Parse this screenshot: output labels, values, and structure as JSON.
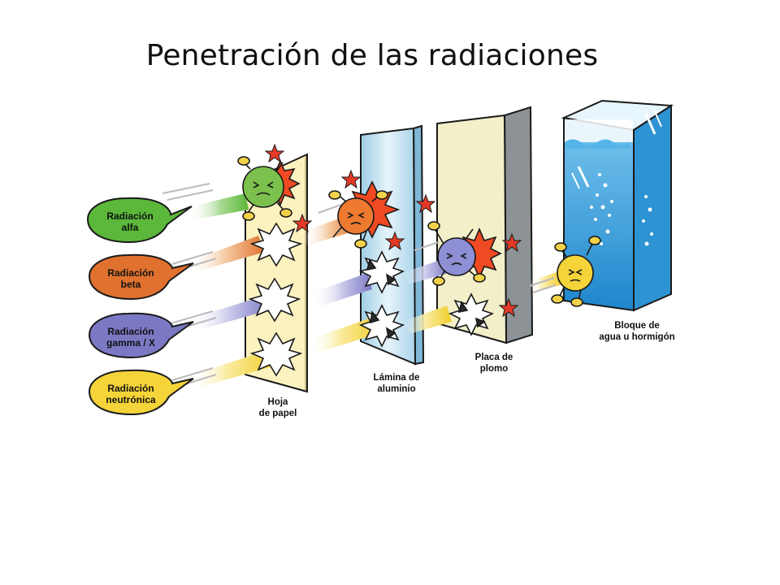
{
  "title": "Penetración de las radiaciones",
  "radiations": [
    {
      "line1": "Radiación",
      "line2": "alfa",
      "color": "#5BB83A"
    },
    {
      "line1": "Radiación",
      "line2": "beta",
      "color": "#E0712E"
    },
    {
      "line1": "Radiación",
      "line2": "gamma / X",
      "color": "#7B78C4"
    },
    {
      "line1": "Radiación",
      "line2": "neutrónica",
      "color": "#F5D43A"
    }
  ],
  "barriers": [
    {
      "line1": "Hoja",
      "line2": "de papel"
    },
    {
      "line1": "Lámina de",
      "line2": "aluminio"
    },
    {
      "line1": "Placa de",
      "line2": "plomo"
    },
    {
      "line1": "Bloque de",
      "line2": "agua u hormigón"
    }
  ],
  "colors": {
    "paper": "#FBF2C0",
    "aluminium": "#C9E4F1",
    "lead": "#F3EFC9",
    "water": "#3FA6E0"
  }
}
